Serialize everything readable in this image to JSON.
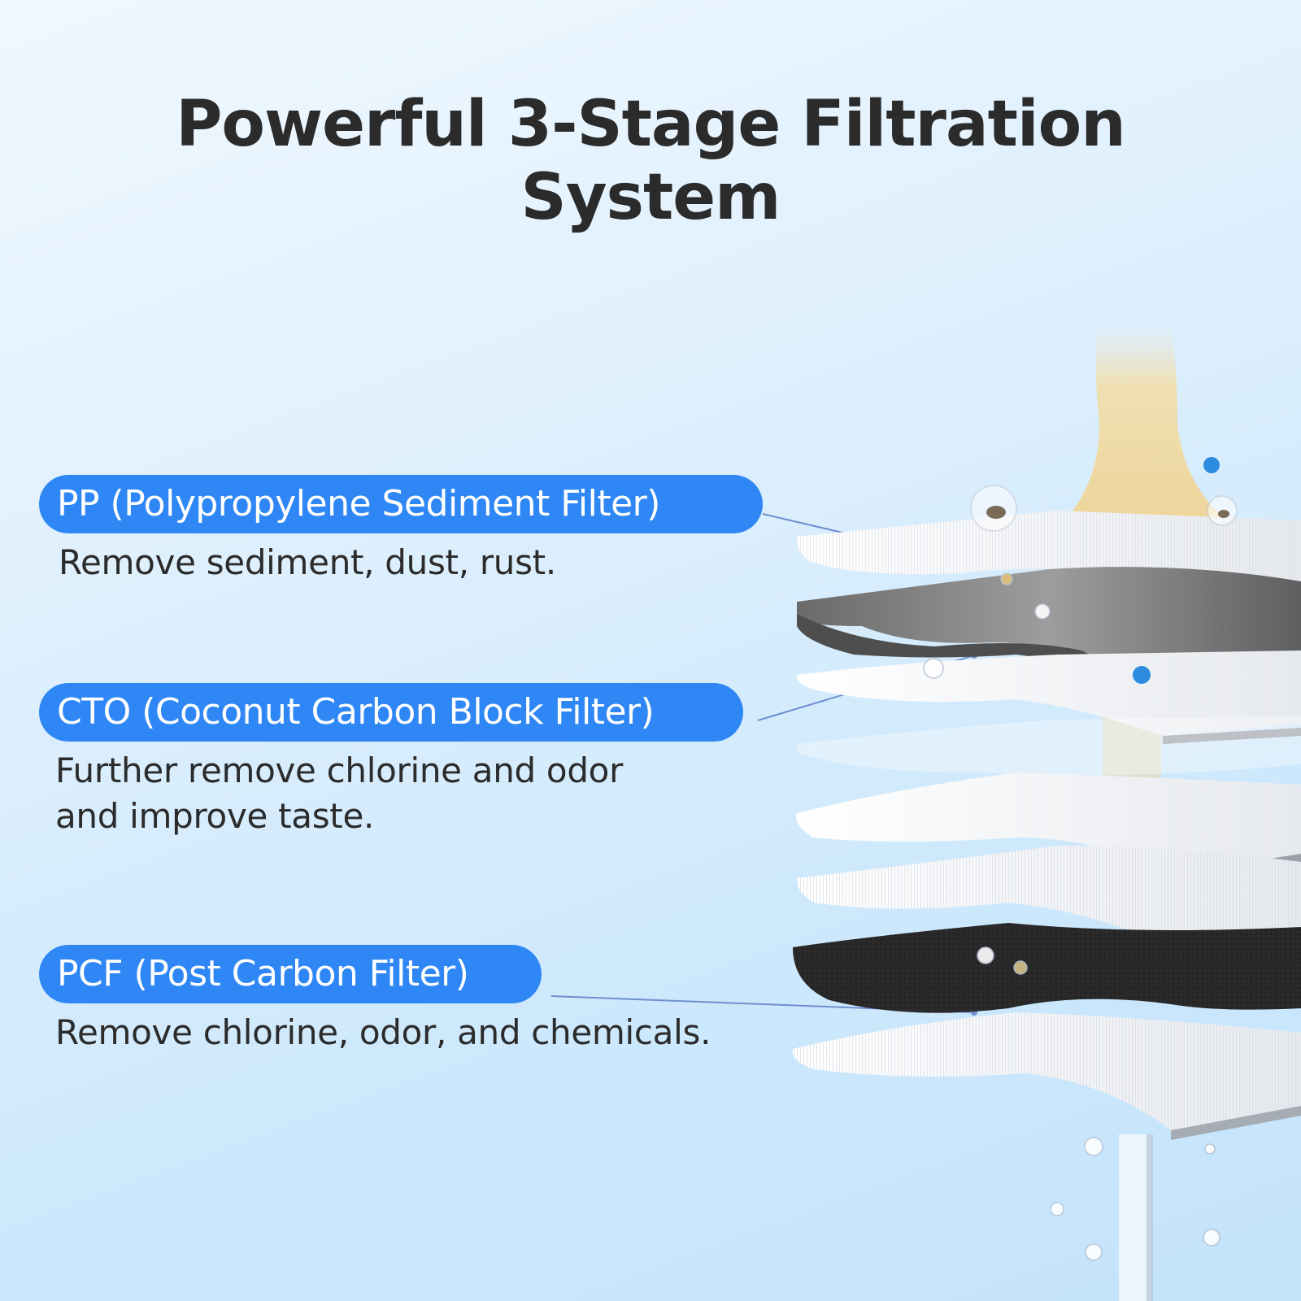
{
  "header": {
    "title_line1": "Powerful 3-Stage Filtration",
    "title_line2": "System"
  },
  "stages": [
    {
      "label": "PP (Polypropylene Sediment Filter)",
      "description": "Remove sediment, dust, rust."
    },
    {
      "label": "CTO (Coconut Carbon Block Filter)",
      "description_line1": "Further remove chlorine and odor",
      "description_line2": "and improve taste."
    },
    {
      "label": "PCF (Post Carbon Filter)",
      "description": "Remove chlorine, odor, and chemicals."
    }
  ],
  "colors": {
    "accent": "#2f87f5",
    "text": "#2b2b2b",
    "background_top": "#f0f8ff",
    "background_bottom": "#c3e3fb",
    "leader_line": "#6f8fd0",
    "dirty_water": "#f2d9a0",
    "carbon_block": "#5a5a5a",
    "post_carbon": "#262626"
  },
  "illustration": {
    "name": "filter-layers-exploded-view",
    "icons": [
      "dirty-water-stream-icon",
      "bacteria-icon",
      "sediment-bubble-icon",
      "clean-water-drop-icon"
    ]
  }
}
